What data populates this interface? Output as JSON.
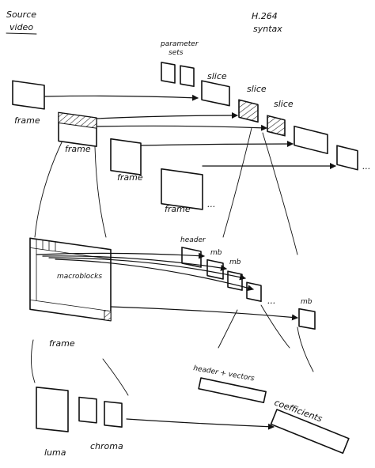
{
  "headings": {
    "source_line1": "Source",
    "source_line2": "video",
    "syntax_line1": "H.264",
    "syntax_line2": "syntax"
  },
  "labels": {
    "parameter_sets_line1": "parameter",
    "parameter_sets_line2": "sets",
    "slice": "slice",
    "frame": "frame",
    "ellipsis": "...",
    "header": "header",
    "mb": "mb",
    "macroblocks": "macroblocks",
    "header_vectors": "header + vectors",
    "coefficients": "coefficients",
    "luma": "luma",
    "chroma": "chroma"
  },
  "colors": {
    "ink": "#111111",
    "paper": "#ffffff"
  }
}
